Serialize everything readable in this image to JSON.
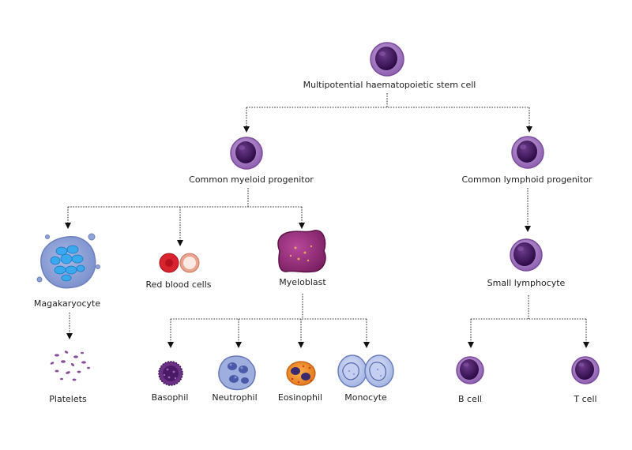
{
  "nodes": {
    "stem_cell": {
      "label": "Multipotential haematopoietic stem cell"
    },
    "myeloid_progenitor": {
      "label": "Common myeloid progenitor"
    },
    "lymphoid_progenitor": {
      "label": "Common lymphoid progenitor"
    },
    "megakaryocyte": {
      "label": "Magakaryocyte"
    },
    "red_blood_cells": {
      "label": "Red blood cells"
    },
    "myeloblast": {
      "label": "Myeloblast"
    },
    "small_lymphocyte": {
      "label": "Small lymphocyte"
    },
    "platelets": {
      "label": "Platelets"
    },
    "basophil": {
      "label": "Basophil"
    },
    "neutrophil": {
      "label": "Neutrophil"
    },
    "eosinophil": {
      "label": "Eosinophil"
    },
    "monocyte": {
      "label": "Monocyte"
    },
    "b_cell": {
      "label": "B cell"
    },
    "t_cell": {
      "label": "T cell"
    }
  },
  "edges": [
    [
      "stem_cell",
      "myeloid_progenitor"
    ],
    [
      "stem_cell",
      "lymphoid_progenitor"
    ],
    [
      "myeloid_progenitor",
      "megakaryocyte"
    ],
    [
      "myeloid_progenitor",
      "red_blood_cells"
    ],
    [
      "myeloid_progenitor",
      "myeloblast"
    ],
    [
      "lymphoid_progenitor",
      "small_lymphocyte"
    ],
    [
      "megakaryocyte",
      "platelets"
    ],
    [
      "myeloblast",
      "basophil"
    ],
    [
      "myeloblast",
      "neutrophil"
    ],
    [
      "myeloblast",
      "eosinophil"
    ],
    [
      "myeloblast",
      "monocyte"
    ],
    [
      "small_lymphocyte",
      "b_cell"
    ],
    [
      "small_lymphocyte",
      "t_cell"
    ]
  ],
  "colors": {
    "stem_membrane": "#a77bc4",
    "stem_nucleus": "#4a1a66",
    "megakaryocyte_body": "#8fa3d6",
    "megakaryocyte_nucleus": "#3aa6e8",
    "red_cell": "#d9232e",
    "myeloblast_body": "#a0307a",
    "basophil": "#5b2a7a",
    "neutrophil": "#8fa0d8",
    "eosinophil": "#f08a2a",
    "monocyte": "#b7c3ec",
    "platelet": "#8a4f9a"
  }
}
